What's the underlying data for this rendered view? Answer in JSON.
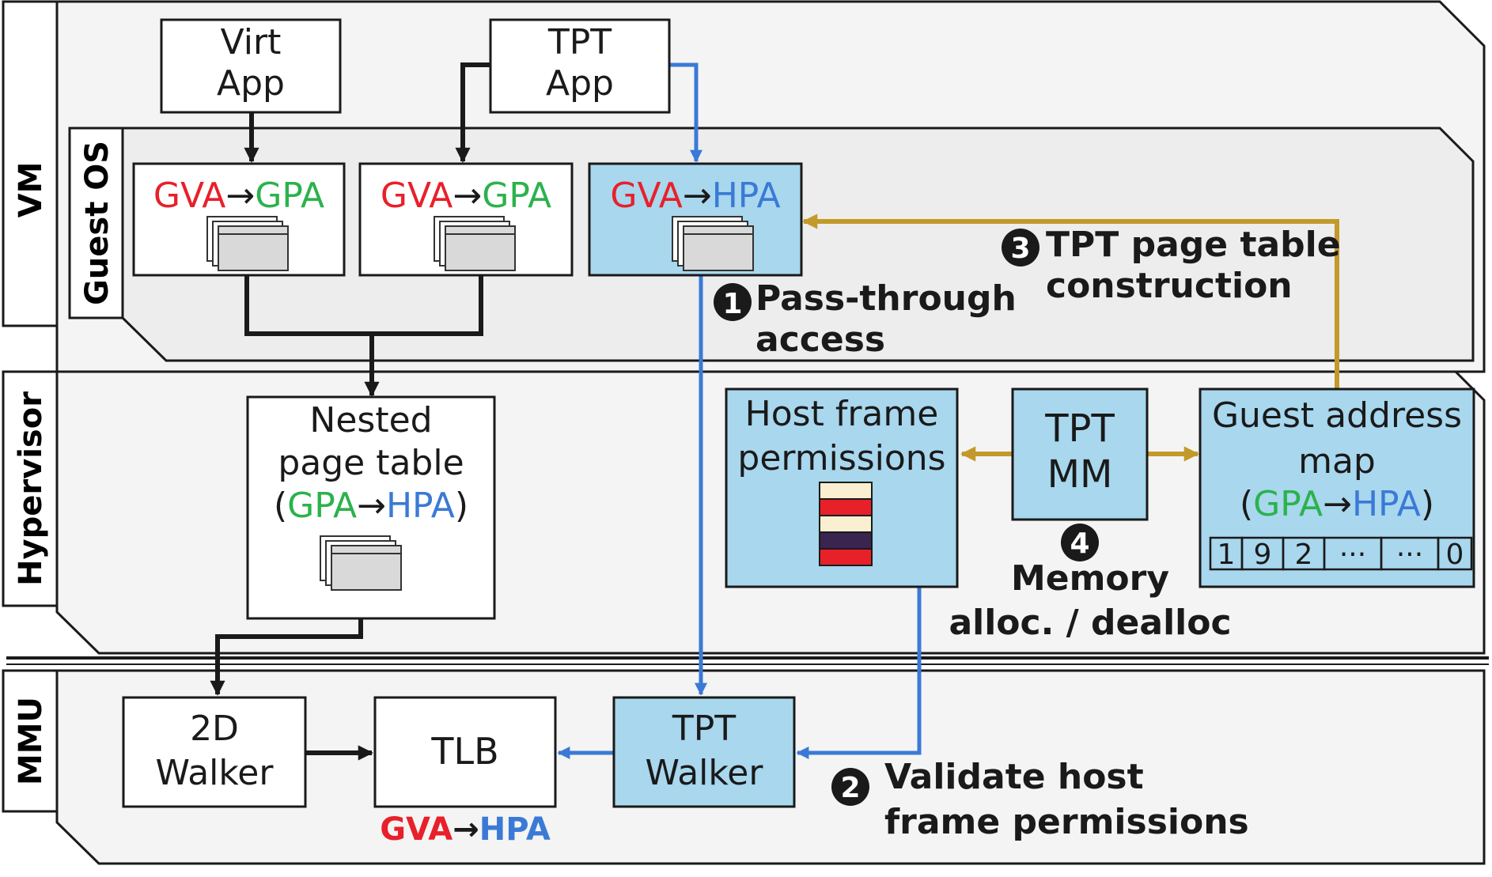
{
  "colors": {
    "red": "#e8202a",
    "green": "#2bb24c",
    "blue": "#3a7ad6",
    "gold": "#c29a2a",
    "box_blue": "#a8d7ee",
    "layer_gray": "#f2f2f2",
    "dark": "#1a1a1a"
  },
  "layers": {
    "vm": "VM",
    "guest_os": "Guest OS",
    "hypervisor": "Hypervisor",
    "mmu": "MMU"
  },
  "apps": {
    "virt": {
      "line1": "Virt",
      "line2": "App"
    },
    "tpt": {
      "line1": "TPT",
      "line2": "App"
    }
  },
  "terms": {
    "gva": "GVA",
    "gpa": "GPA",
    "hpa": "HPA",
    "arrow": "→"
  },
  "nested_pt": {
    "line1": "Nested",
    "line2": "page table",
    "open": "(",
    "close": ")"
  },
  "host_frame": {
    "line1": "Host frame",
    "line2": "permissions"
  },
  "tpt_mm": {
    "line1": "TPT",
    "line2": "MM"
  },
  "guest_map": {
    "line1": "Guest address",
    "line2": "map",
    "open": "(",
    "close": ")",
    "cells": [
      "1",
      "9",
      "2",
      "···",
      "···",
      "0"
    ]
  },
  "walker_2d": {
    "line1": "2D",
    "line2": "Walker"
  },
  "tlb": {
    "label": "TLB"
  },
  "tpt_walker": {
    "line1": "TPT",
    "line2": "Walker"
  },
  "steps": [
    {
      "num": "1",
      "line1": "Pass-through",
      "line2": "access"
    },
    {
      "num": "2",
      "line1": "Validate host",
      "line2": "frame permissions"
    },
    {
      "num": "3",
      "line1": "TPT page table",
      "line2": "construction"
    },
    {
      "num": "4",
      "line1": "Memory",
      "line2": "alloc. / dealloc"
    }
  ],
  "perm_stack_colors": [
    "#fbefd2",
    "#e8202a",
    "#fbefd2",
    "#3a2450",
    "#e8202a"
  ]
}
